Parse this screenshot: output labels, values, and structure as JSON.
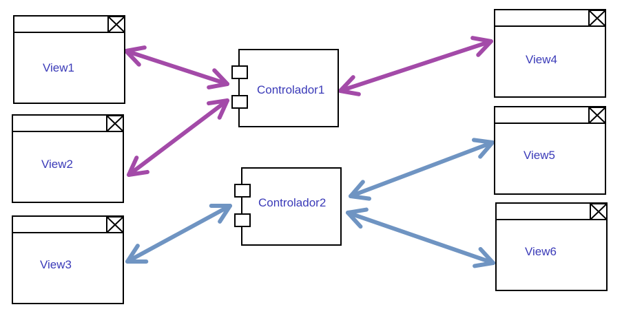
{
  "colors": {
    "text": "#3a3ab8",
    "stroke": "#000000",
    "arrow_controller1": "#a34aa8",
    "arrow_controller2": "#6f94c2"
  },
  "views": [
    {
      "id": "view1",
      "label": "View1"
    },
    {
      "id": "view2",
      "label": "View2"
    },
    {
      "id": "view3",
      "label": "View3"
    },
    {
      "id": "view4",
      "label": "View4"
    },
    {
      "id": "view5",
      "label": "View5"
    },
    {
      "id": "view6",
      "label": "View6"
    }
  ],
  "controllers": [
    {
      "id": "controller1",
      "label": "Controlador1"
    },
    {
      "id": "controller2",
      "label": "Controlador2"
    }
  ],
  "connections": [
    {
      "from": "view1",
      "to": "controller1",
      "color": "#a34aa8"
    },
    {
      "from": "view2",
      "to": "controller1",
      "color": "#a34aa8"
    },
    {
      "from": "view4",
      "to": "controller1",
      "color": "#a34aa8"
    },
    {
      "from": "view3",
      "to": "controller2",
      "color": "#6f94c2"
    },
    {
      "from": "view5",
      "to": "controller2",
      "color": "#6f94c2"
    },
    {
      "from": "view6",
      "to": "controller2",
      "color": "#6f94c2"
    }
  ]
}
